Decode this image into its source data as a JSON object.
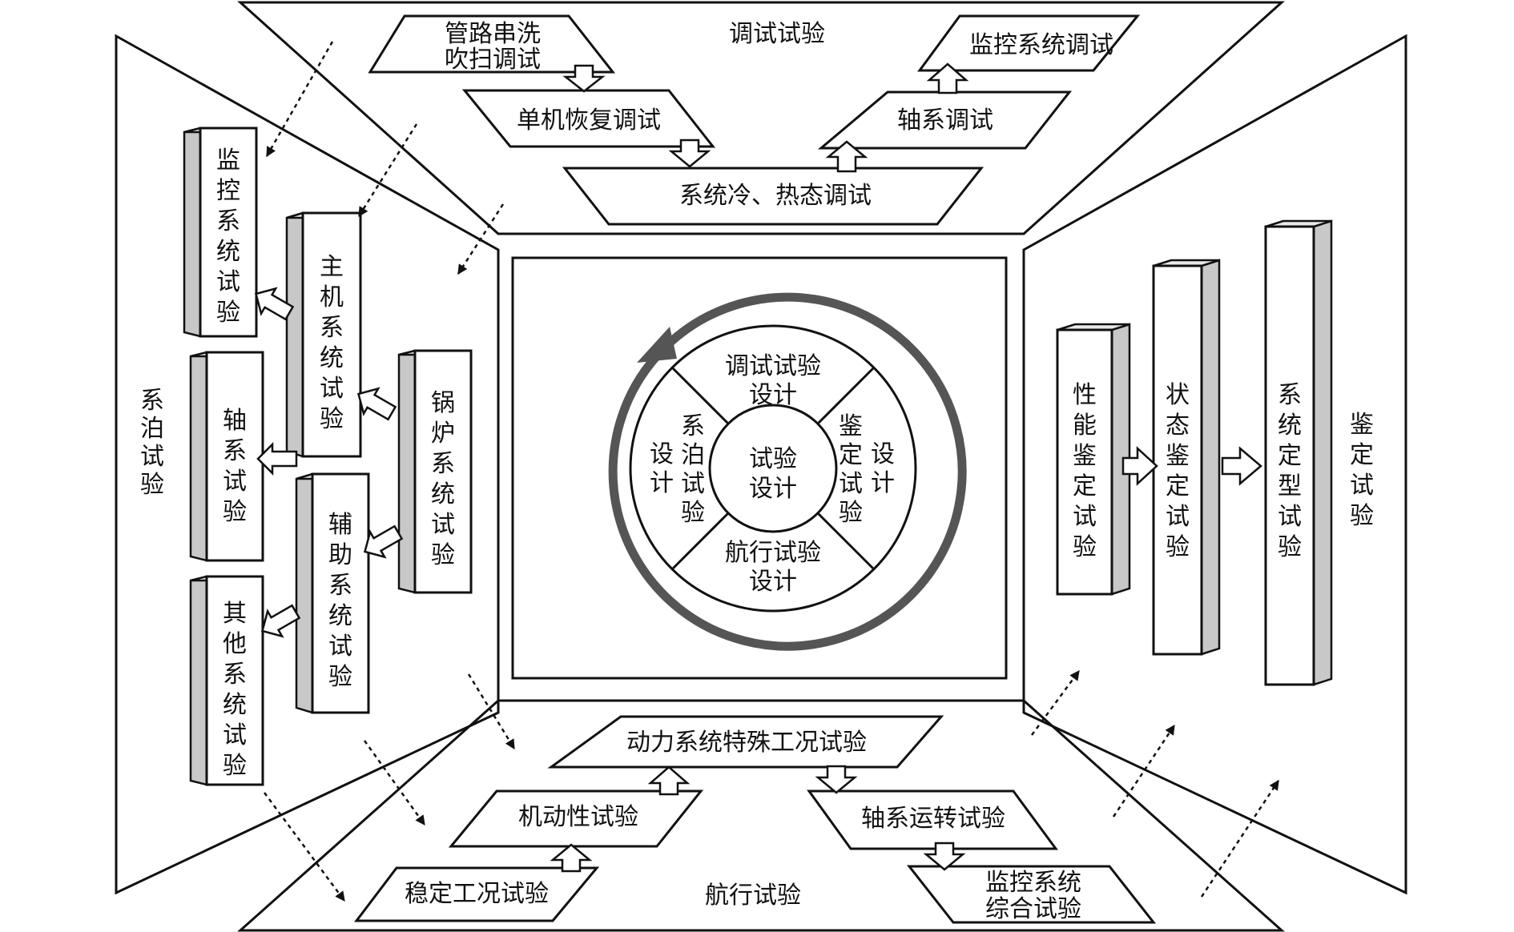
{
  "sections": {
    "top": "调试试验",
    "left": [
      "系",
      "泊",
      "试",
      "验"
    ],
    "right": [
      "鉴",
      "定",
      "试",
      "验"
    ],
    "bottom": "航行试验"
  },
  "top_flow": {
    "pipe_flush": [
      "管路串洗",
      "吹扫调试"
    ],
    "single_restore": "单机恢复调试",
    "system_cold_hot": "系统冷、热态调试",
    "shaft_debug": "轴系调试",
    "monitor_debug": "监控系统调试"
  },
  "left_boxes": {
    "monitor_test": [
      "监",
      "控",
      "系",
      "统",
      "试",
      "验"
    ],
    "main_engine_test": [
      "主",
      "机",
      "系",
      "统",
      "试",
      "验"
    ],
    "shaft_test": [
      "轴",
      "系",
      "试",
      "验"
    ],
    "boiler_test": [
      "锅",
      "炉",
      "系",
      "统",
      "试",
      "验"
    ],
    "auxiliary_test": [
      "辅",
      "助",
      "系",
      "统",
      "试",
      "验"
    ],
    "other_test": [
      "其",
      "他",
      "系",
      "统",
      "试",
      "验"
    ]
  },
  "right_boxes": {
    "performance": [
      "性",
      "能",
      "鉴",
      "定",
      "试",
      "验"
    ],
    "state": [
      "状",
      "态",
      "鉴",
      "定",
      "试",
      "验"
    ],
    "type": [
      "系",
      "统",
      "定",
      "型",
      "试",
      "验"
    ]
  },
  "center": {
    "core": [
      "试验",
      "设计"
    ],
    "top_quadrant": [
      "调试试验",
      "设计"
    ],
    "bottom_quadrant": [
      "航行试验",
      "设计"
    ],
    "left_quadrant_col1": [
      "设",
      "计"
    ],
    "left_quadrant_col2": [
      "系",
      "泊",
      "试",
      "验"
    ],
    "right_quadrant_col1": [
      "鉴",
      "定",
      "试",
      "验"
    ],
    "right_quadrant_col2": [
      "设",
      "计"
    ]
  },
  "bottom_flow": {
    "special_conditions": "动力系统特殊工况试验",
    "maneuverability": "机动性试验",
    "stable_conditions": "稳定工况试验",
    "shaft_operation": "轴系运转试验",
    "monitor_integrated": [
      "监控系统",
      "综合试验"
    ]
  },
  "colors": {
    "stroke": "#111111",
    "shade": "#c8c8c8",
    "ring": "#555555"
  }
}
